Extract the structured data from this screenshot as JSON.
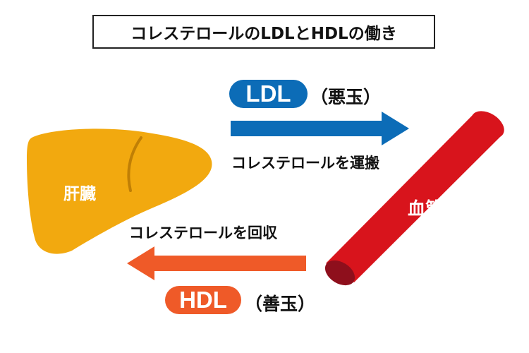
{
  "title": "コレステロールのLDLとHDLの働き",
  "ldl": {
    "label": "LDL",
    "note": "（悪玉）",
    "action": "コレステロールを運搬",
    "color": "#0c6cb7"
  },
  "hdl": {
    "label": "HDL",
    "note": "（善玉）",
    "action": "コレステロールを回収",
    "color": "#ef5a28"
  },
  "liver": {
    "label": "肝臓",
    "color": "#f2a90f"
  },
  "vessel": {
    "label": "血管",
    "color": "#d8141c"
  }
}
